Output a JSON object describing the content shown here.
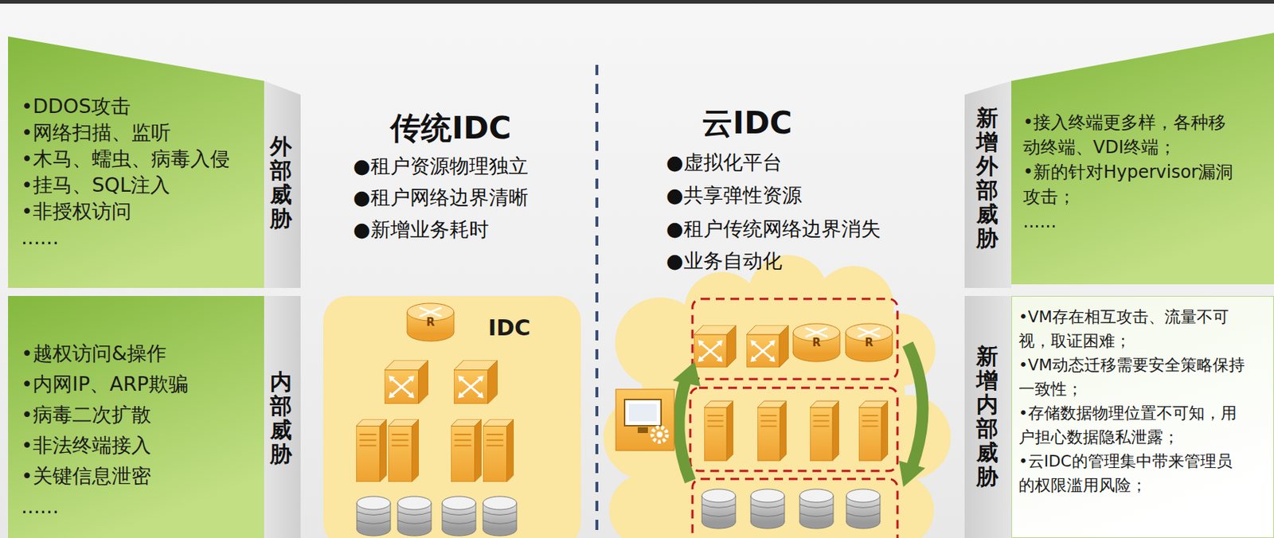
{
  "diagram": {
    "nodes": [
      {
        "text": [
          "•DDOS攻击",
          "•网络扫描、监听",
          "•木马、蠕虫、病毒入侵",
          "•挂马、SQL注入",
          "•非授权访问",
          "......"
        ]
      },
      {
        "text": [
          "•越权访问&操作",
          "•内网IP、ARP欺骗",
          "•病毒二次扩散",
          "•非法终端接入",
          "•关键信息泄密",
          "......"
        ]
      },
      {
        "text": [
          "IDC"
        ]
      },
      {
        "text": [
          "•接入终端更多样，各种移动终端、VDI终端；",
          "•新的针对Hypervisor漏洞攻击；",
          "......"
        ]
      },
      {
        "text": [
          "•VM存在相互攻击、流量不可视，取证困难；",
          "•VM动态迁移需要安全策略保持一致性；",
          "•存储数据物理位置不可知，用户担心数据隐私泄露；",
          "•云IDC的管理集中带来管理员的权限滥用风险；"
        ]
      }
    ],
    "labels": [
      "外部威胁",
      "内部威胁",
      "传统IDC",
      "●租户资源物理独立",
      "●租户网络边界清晰",
      "●新增业务耗时",
      "云IDC",
      "●虚拟化平台",
      "●共享弹性资源",
      "●租户传统网络边界消失",
      "●业务自动化",
      "新增外部威胁",
      "新增内部威胁",
      "R",
      "R",
      "R"
    ]
  }
}
